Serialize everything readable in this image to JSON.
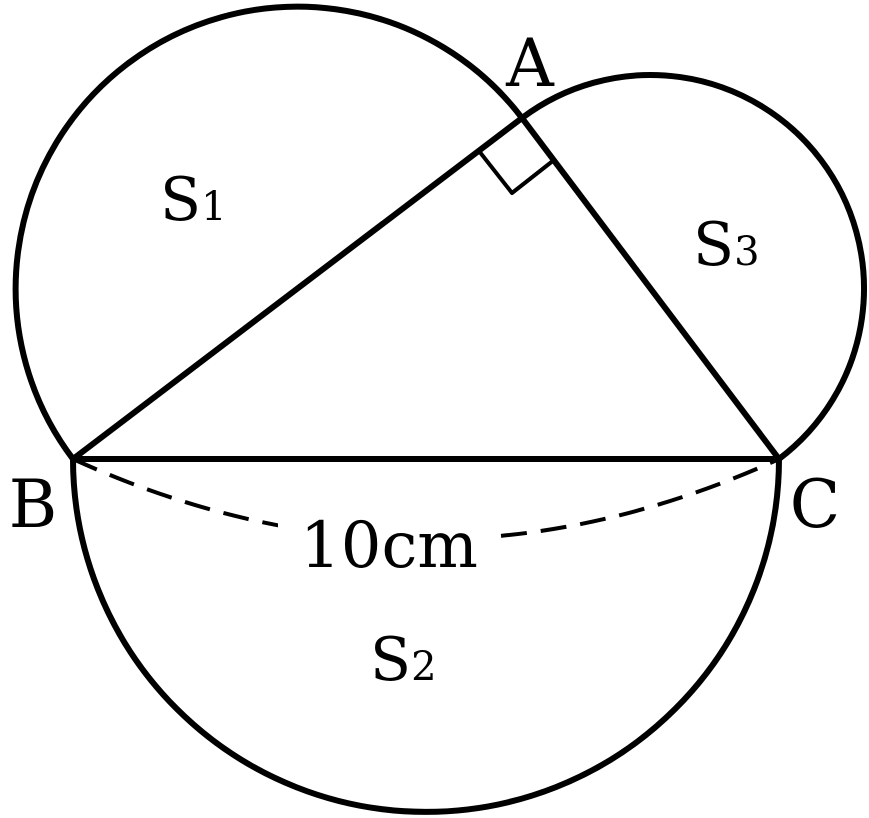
{
  "vertices": {
    "a": "A",
    "b": "B",
    "c": "C"
  },
  "regions": {
    "s1": {
      "main": "S",
      "sub": "1"
    },
    "s2": {
      "main": "S",
      "sub": "2"
    },
    "s3": {
      "main": "S",
      "sub": "3"
    }
  },
  "base_length": "10cm",
  "colors": {
    "stroke": "#000000",
    "background": "#ffffff"
  }
}
